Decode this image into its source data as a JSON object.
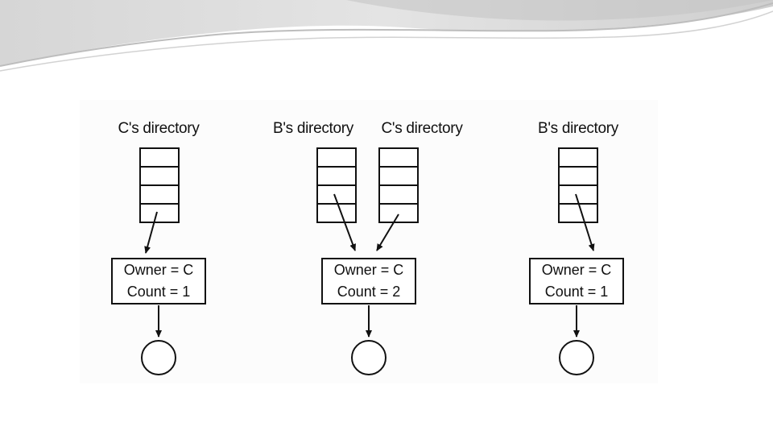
{
  "slide": {
    "figure": {
      "panels": [
        {
          "directories": [
            "C's directory"
          ],
          "owner": "Owner = C",
          "count": "Count = 1"
        },
        {
          "directories": [
            "B's directory",
            "C's directory"
          ],
          "owner": "Owner = C",
          "count": "Count = 2"
        },
        {
          "directories": [
            "B's directory"
          ],
          "owner": "Owner = C",
          "count": "Count = 1"
        }
      ]
    }
  }
}
